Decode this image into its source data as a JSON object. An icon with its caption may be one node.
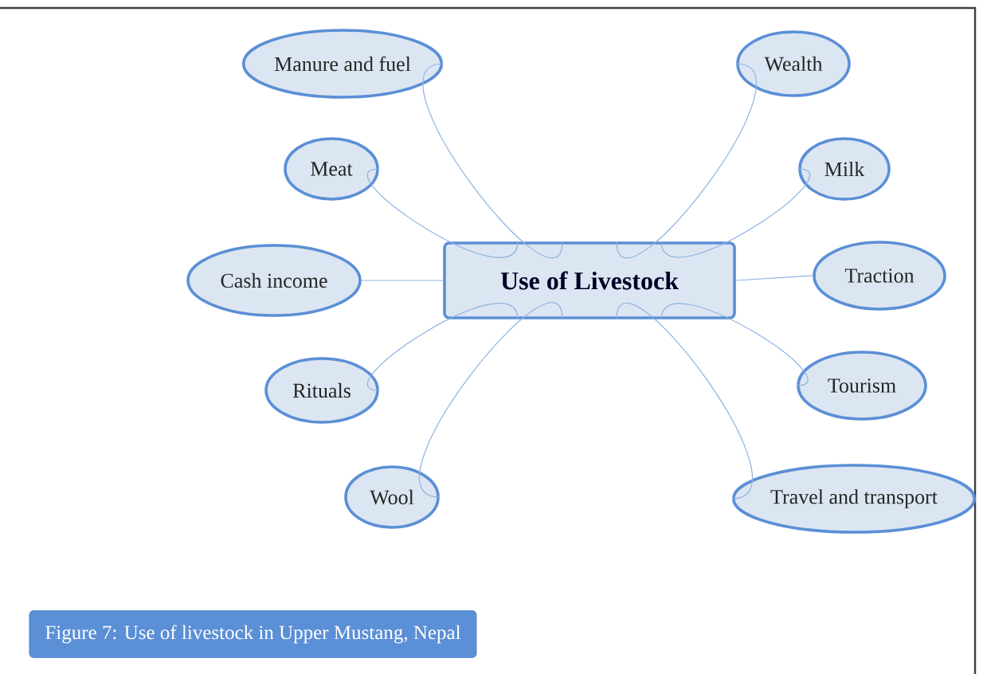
{
  "diagram": {
    "caption": "Figure 7: Use of livestock in Upper Mustang, Nepal",
    "nodes": [
      {
        "text": [
          "Use of Livestock"
        ]
      },
      {
        "text": [
          "Manure and fuel"
        ]
      },
      {
        "text": [
          "Meat"
        ]
      },
      {
        "text": [
          "Cash income"
        ]
      },
      {
        "text": [
          "Rituals"
        ]
      },
      {
        "text": [
          "Wool"
        ]
      },
      {
        "text": [
          "Wealth"
        ]
      },
      {
        "text": [
          "Milk"
        ]
      },
      {
        "text": [
          "Traction"
        ]
      },
      {
        "text": [
          "Tourism"
        ]
      },
      {
        "text": [
          "Travel and transport"
        ]
      }
    ],
    "edges": [
      {
        "from": 0,
        "to": 1,
        "arrow": "none"
      },
      {
        "from": 0,
        "to": 2,
        "arrow": "none"
      },
      {
        "from": 0,
        "to": 3,
        "arrow": "none"
      },
      {
        "from": 0,
        "to": 4,
        "arrow": "none"
      },
      {
        "from": 0,
        "to": 5,
        "arrow": "none"
      },
      {
        "from": 0,
        "to": 6,
        "arrow": "none"
      },
      {
        "from": 0,
        "to": 7,
        "arrow": "none"
      },
      {
        "from": 0,
        "to": 8,
        "arrow": "none"
      },
      {
        "from": 0,
        "to": 9,
        "arrow": "none"
      },
      {
        "from": 0,
        "to": 10,
        "arrow": "none"
      }
    ]
  }
}
